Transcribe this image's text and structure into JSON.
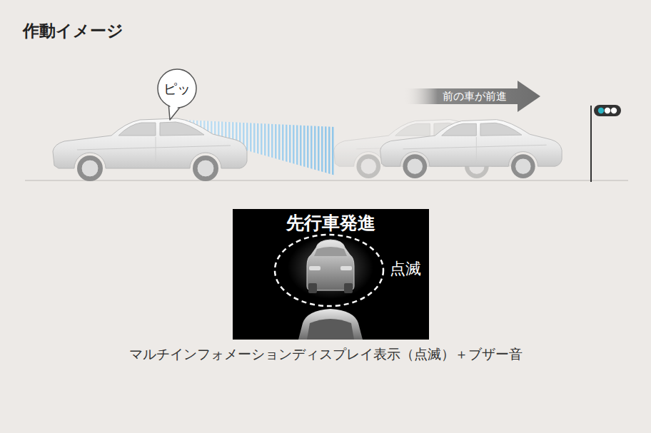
{
  "diagram": {
    "title": "作動イメージ",
    "caption": "マルチインフォメーションディスプレイ表示（点滅）＋ブザー音",
    "nodes": [
      {
        "text": [
          "ピッ"
        ]
      },
      {
        "text": [
          "前の車が前進"
        ]
      },
      {
        "text": [
          "先行車発進",
          "点滅"
        ]
      }
    ]
  }
}
